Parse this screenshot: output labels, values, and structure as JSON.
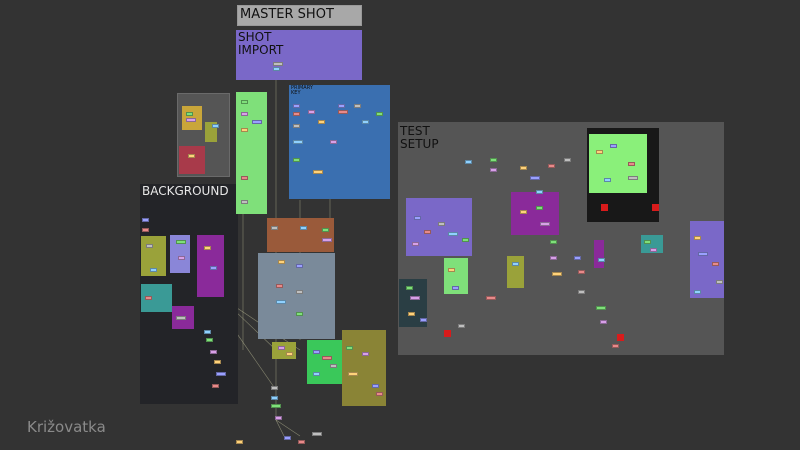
{
  "labels": {
    "master_shot": "MASTER SHOT",
    "shot_import": "SHOT\nIMPORT",
    "background": "BACKGROUND",
    "test_setup": "TEST\nSETUP",
    "primary_key": "PRIMARY\nKEY",
    "watermark": "Križovatka"
  },
  "colors": {
    "canvas": "#333333",
    "purple": "#7a68c8",
    "blue": "#3a6fb0",
    "green": "#7fe07a",
    "dark": "#232428",
    "gray": "#555555",
    "magenta": "#8a2a9a",
    "teal": "#3a9a96",
    "olive": "#8a8436",
    "brown": "#9a5a3a",
    "slate": "#7a8a9a",
    "red": "#d81b1b"
  }
}
